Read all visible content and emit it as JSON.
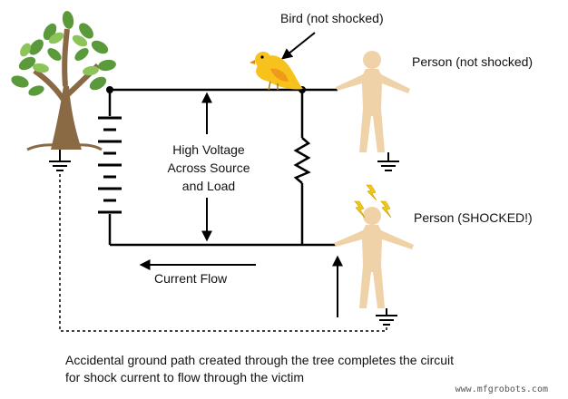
{
  "labels": {
    "bird": "Bird (not shocked)",
    "person_not_shocked": "Person (not shocked)",
    "person_shocked": "Person (SHOCKED!)",
    "voltage_lines": [
      "High Voltage",
      "Across Source",
      "and Load"
    ],
    "current_flow": "Current Flow"
  },
  "caption": {
    "lines": [
      "Accidental ground path created through the tree completes the circuit",
      "for shock current to flow through the victim"
    ]
  },
  "watermark": "www.mfgrobots.com",
  "colors": {
    "tree_leaf_dark": "#5a9a3a",
    "tree_leaf_light": "#8cc45a",
    "tree_trunk": "#8a6a45",
    "bird": "#f7c21b",
    "skin": "#f0d2a8",
    "bolt": "#f2c81a"
  }
}
